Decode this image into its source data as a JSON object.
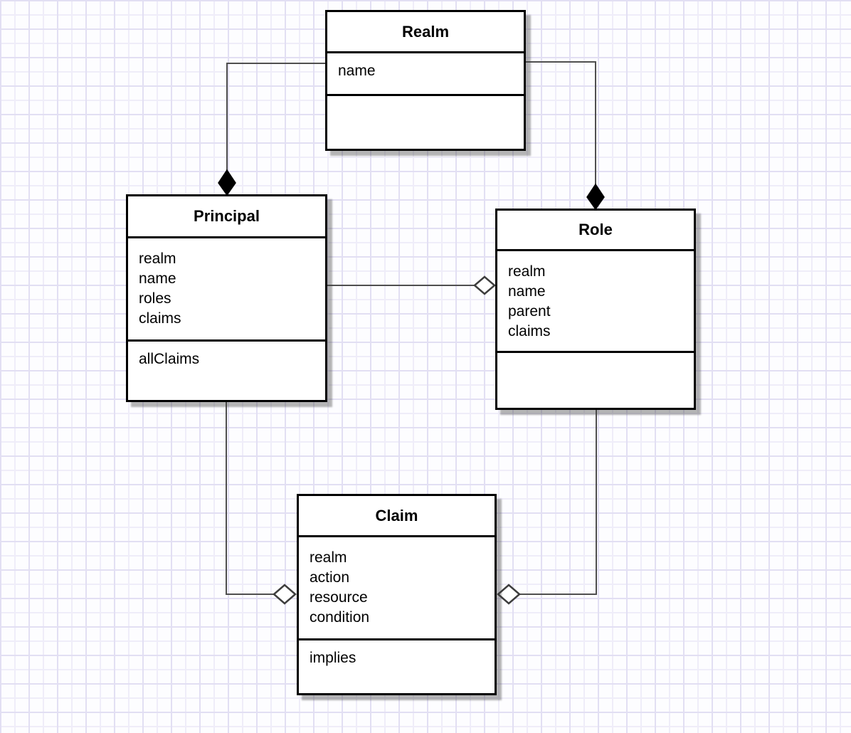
{
  "diagram": {
    "kind": "uml-class-diagram",
    "classes": [
      {
        "name": "Realm",
        "attributes": [
          "name"
        ],
        "methods": []
      },
      {
        "name": "Principal",
        "attributes": [
          "realm",
          "name",
          "roles",
          "claims"
        ],
        "methods": [
          "allClaims"
        ]
      },
      {
        "name": "Role",
        "attributes": [
          "realm",
          "name",
          "parent",
          "claims"
        ],
        "methods": []
      },
      {
        "name": "Claim",
        "attributes": [
          "realm",
          "action",
          "resource",
          "condition"
        ],
        "methods": [
          "implies"
        ]
      }
    ],
    "relationships": [
      {
        "from": "Realm",
        "to": "Principal",
        "type": "composition",
        "diamond": "filled",
        "diamond_at": "Principal"
      },
      {
        "from": "Realm",
        "to": "Role",
        "type": "composition",
        "diamond": "filled",
        "diamond_at": "Role"
      },
      {
        "from": "Principal",
        "to": "Role",
        "type": "aggregation",
        "diamond": "open",
        "diamond_at": "Role"
      },
      {
        "from": "Principal",
        "to": "Claim",
        "type": "aggregation",
        "diamond": "open",
        "diamond_at": "Claim"
      },
      {
        "from": "Role",
        "to": "Claim",
        "type": "aggregation",
        "diamond": "open",
        "diamond_at": "Claim"
      }
    ],
    "colors": {
      "box_border": "#000000",
      "box_fill": "#ffffff",
      "connector_line": "#4f4f4f",
      "filled_diamond": "#000000",
      "open_diamond_fill": "#ffffff",
      "shadow": "#a9a9a9",
      "grid_major": "#e2dff3",
      "grid_minor": "#efedf9",
      "canvas_background": "#fdfdff"
    }
  }
}
